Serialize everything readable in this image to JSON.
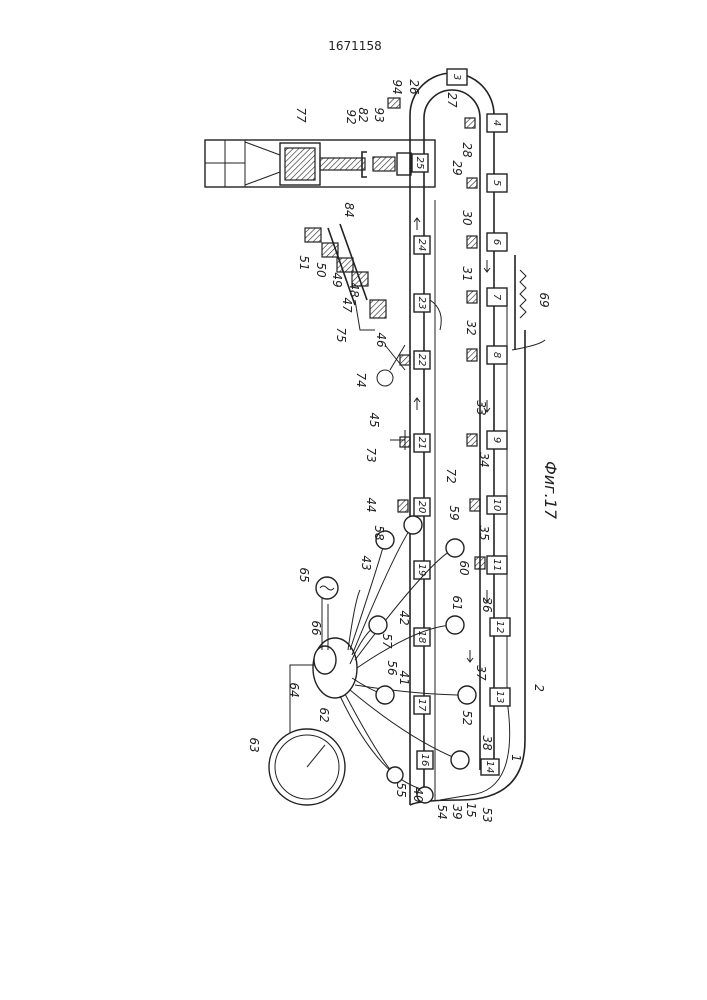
{
  "patent_number": "1671158",
  "figure_label": "Фиг.17",
  "labels": [
    "94",
    "26",
    "27",
    "77",
    "92",
    "82",
    "93",
    "28",
    "29",
    "84",
    "51",
    "50",
    "49",
    "48",
    "30",
    "31",
    "47",
    "75",
    "69",
    "32",
    "46",
    "74",
    "33",
    "45",
    "73",
    "34",
    "72",
    "44",
    "58",
    "59",
    "35",
    "43",
    "60",
    "65",
    "66",
    "61",
    "36",
    "42",
    "57",
    "56",
    "41",
    "37",
    "2",
    "64",
    "62",
    "63",
    "52",
    "38",
    "1",
    "55",
    "40",
    "54",
    "39",
    "15",
    "53"
  ],
  "stations": [
    "3",
    "4",
    "5",
    "6",
    "7",
    "8",
    "9",
    "10",
    "11",
    "12",
    "13",
    "14",
    "25",
    "24",
    "23",
    "22",
    "21",
    "20",
    "19",
    "18",
    "17",
    "16"
  ]
}
